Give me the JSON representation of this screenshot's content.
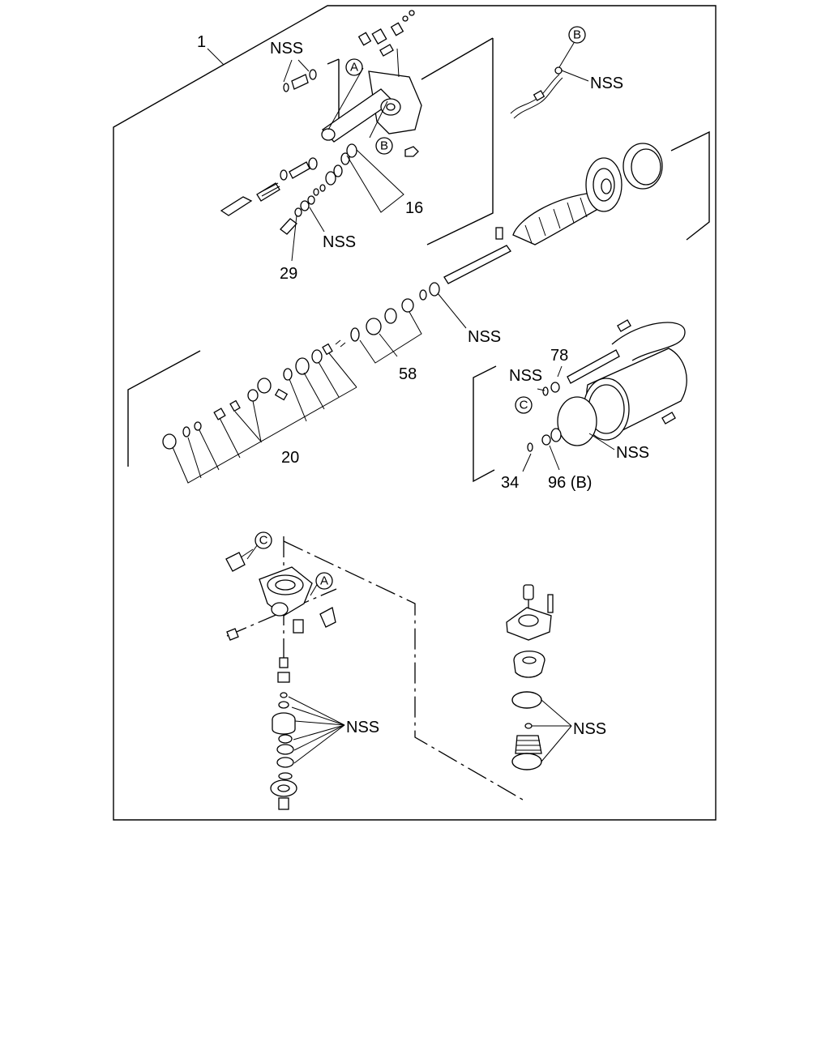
{
  "labels": {
    "assembly": "1",
    "nss": "NSS",
    "p16": "16",
    "p29": "29",
    "p58": "58",
    "p20": "20",
    "p78": "78",
    "p34": "34",
    "p96b": "96 (B)"
  },
  "refs": {
    "a": "A",
    "b": "B",
    "c": "C"
  }
}
